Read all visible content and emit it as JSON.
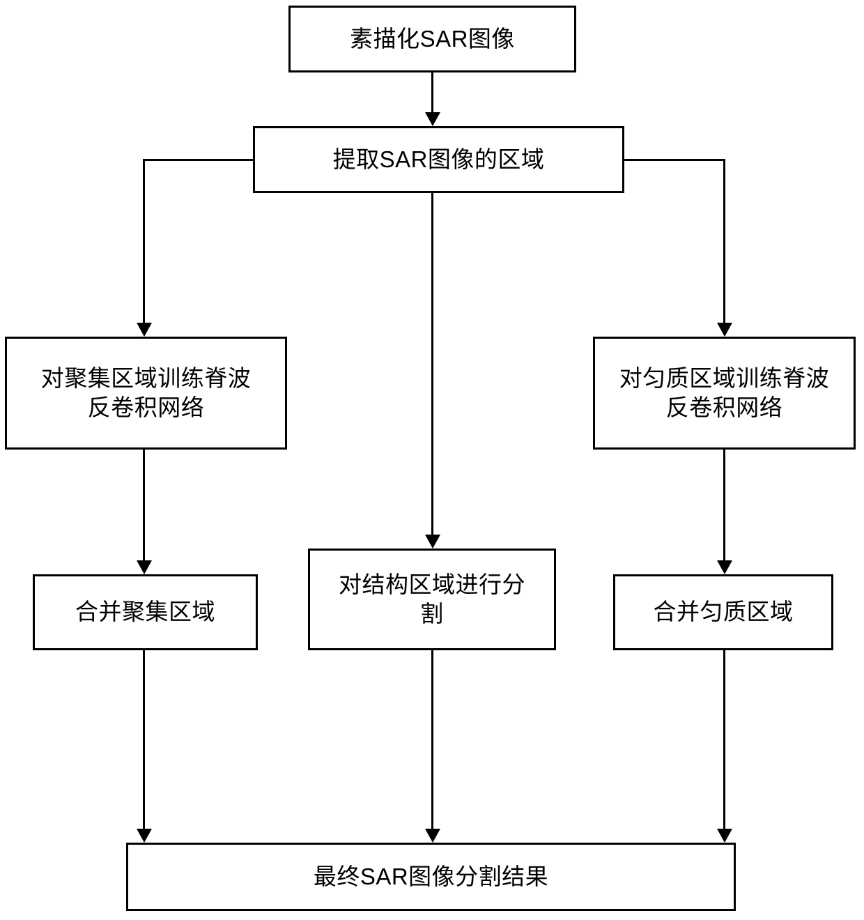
{
  "diagram": {
    "title": "SAR image segmentation flowchart",
    "type": "flowchart",
    "orientation": "top-to-bottom",
    "line_color": "#000000",
    "background_color": "#ffffff",
    "nodes": [
      {
        "id": "sketch-sar-image",
        "label": "素描化SAR图像"
      },
      {
        "id": "extract-region",
        "label": "提取SAR图像的区域"
      },
      {
        "id": "train-cluster",
        "label": "对聚集区域训练脊波\n反卷积网络"
      },
      {
        "id": "train-homogeneous",
        "label": "对匀质区域训练脊波\n反卷积网络"
      },
      {
        "id": "merge-cluster",
        "label": "合并聚集区域"
      },
      {
        "id": "segment-structure",
        "label": "对结构区域进行分\n割"
      },
      {
        "id": "merge-homogeneous",
        "label": "合并匀质区域"
      },
      {
        "id": "final-result",
        "label": "最终SAR图像分割结果"
      }
    ],
    "edges": [
      {
        "from": "sketch-sar-image",
        "to": "extract-region",
        "style": "straight-down"
      },
      {
        "from": "extract-region",
        "to": "train-cluster",
        "style": "left-elbow"
      },
      {
        "from": "extract-region",
        "to": "train-homogeneous",
        "style": "right-elbow"
      },
      {
        "from": "extract-region",
        "to": "segment-structure",
        "style": "straight-down"
      },
      {
        "from": "train-cluster",
        "to": "merge-cluster",
        "style": "straight-down"
      },
      {
        "from": "train-homogeneous",
        "to": "merge-homogeneous",
        "style": "straight-down"
      },
      {
        "from": "merge-cluster",
        "to": "final-result",
        "style": "straight-down"
      },
      {
        "from": "segment-structure",
        "to": "final-result",
        "style": "straight-down"
      },
      {
        "from": "merge-homogeneous",
        "to": "final-result",
        "style": "straight-down"
      }
    ]
  }
}
